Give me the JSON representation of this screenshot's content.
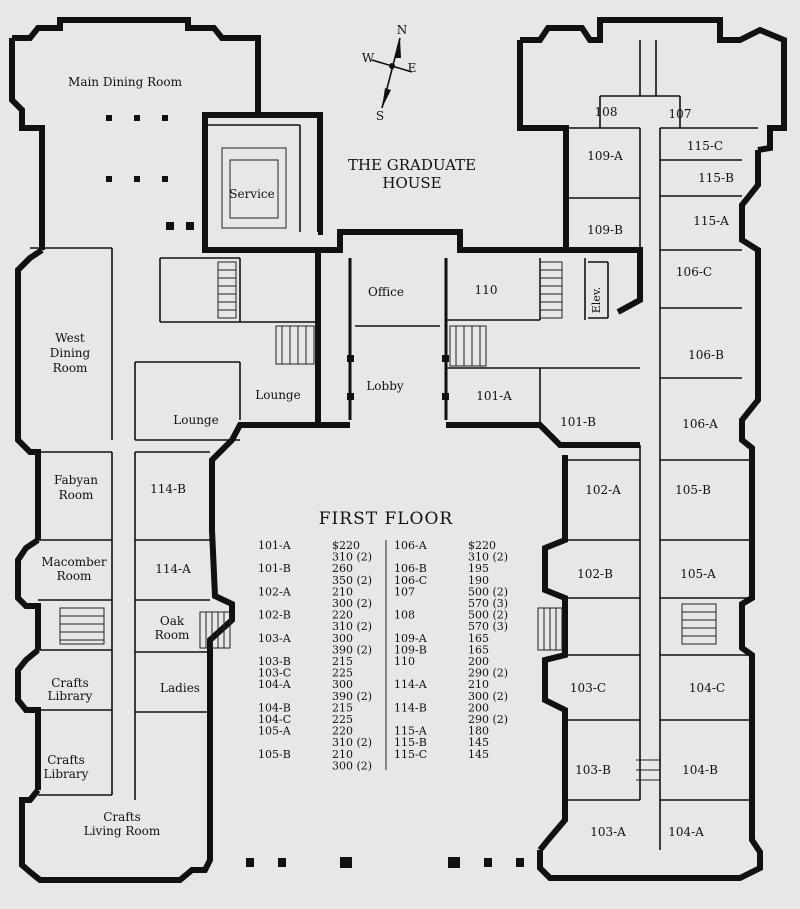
{
  "title_lines": [
    "THE GRADUATE",
    "HOUSE"
  ],
  "floor_title": "FIRST FLOOR",
  "compass": {
    "n": "N",
    "e": "E",
    "s": "S",
    "w": "W"
  },
  "labels": {
    "main_dining": "Main Dining Room",
    "service": "Service",
    "office": "Office",
    "r110": "110",
    "elev": "Elev.",
    "west_dining": [
      "West",
      "Dining",
      "Room"
    ],
    "lounge_1": "Lounge",
    "lounge_2": "Lounge",
    "lobby": "Lobby",
    "r101a": "101-A",
    "r101b": "101-B",
    "r106a": "106-A",
    "r106b": "106-B",
    "r106c": "106-C",
    "r115a": "115-A",
    "r115b": "115-B",
    "r115c": "115-C",
    "r109a": "109-A",
    "r109b": "109-B",
    "r108": "108",
    "r107": "107",
    "fabyan": [
      "Fabyan",
      "Room"
    ],
    "r114b": "114-B",
    "r114a": "114-A",
    "macomber": [
      "Macomber",
      "Room"
    ],
    "oak": [
      "Oak",
      "Room"
    ],
    "crafts_lib_1": [
      "Crafts",
      "Library"
    ],
    "ladies": "Ladies",
    "crafts_lib_2": [
      "Crafts",
      "Library"
    ],
    "crafts_living": [
      "Crafts",
      "Living Room"
    ],
    "r102a": "102-A",
    "r102b": "102-B",
    "r105b": "105-B",
    "r105a": "105-A",
    "r103c": "103-C",
    "r104c": "104-C",
    "r103b": "103-B",
    "r104b": "104-B",
    "r103a": "103-A",
    "r104a": "104-A"
  },
  "rates_left": [
    [
      "101-A",
      "$220"
    ],
    [
      "",
      "310 (2)"
    ],
    [
      "101-B",
      "260"
    ],
    [
      "",
      "350 (2)"
    ],
    [
      "102-A",
      "210"
    ],
    [
      "",
      "300 (2)"
    ],
    [
      "102-B",
      "220"
    ],
    [
      "",
      "310 (2)"
    ],
    [
      "103-A",
      "300"
    ],
    [
      "",
      "390 (2)"
    ],
    [
      "103-B",
      "215"
    ],
    [
      "103-C",
      "225"
    ],
    [
      "104-A",
      "300"
    ],
    [
      "",
      "390 (2)"
    ],
    [
      "104-B",
      "215"
    ],
    [
      "104-C",
      "225"
    ],
    [
      "105-A",
      "220"
    ],
    [
      "",
      "310 (2)"
    ],
    [
      "105-B",
      "210"
    ],
    [
      "",
      "300 (2)"
    ]
  ],
  "rates_right": [
    [
      "106-A",
      "$220"
    ],
    [
      "",
      "310 (2)"
    ],
    [
      "106-B",
      "195"
    ],
    [
      "106-C",
      "190"
    ],
    [
      "107",
      "500 (2)"
    ],
    [
      "",
      "570 (3)"
    ],
    [
      "108",
      "500 (2)"
    ],
    [
      "",
      "570 (3)"
    ],
    [
      "109-A",
      "165"
    ],
    [
      "109-B",
      "165"
    ],
    [
      "110",
      "200"
    ],
    [
      "",
      "290 (2)"
    ],
    [
      "114-A",
      "210"
    ],
    [
      "",
      "300 (2)"
    ],
    [
      "114-B",
      "200"
    ],
    [
      "",
      "290 (2)"
    ],
    [
      "115-A",
      "180"
    ],
    [
      "115-B",
      "145"
    ],
    [
      "115-C",
      "145"
    ]
  ]
}
